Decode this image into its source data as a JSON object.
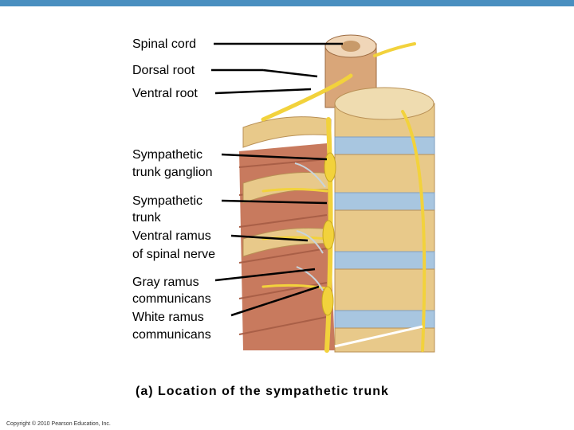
{
  "colors": {
    "top_bar": "#4a8fc0",
    "nerve": "#f2d23c",
    "bone": "#e8c98a",
    "disc": "#a8c6e0",
    "muscle": "#c87a5e"
  },
  "labels": {
    "spinal_cord": "Spinal cord",
    "dorsal_root": "Dorsal root",
    "ventral_root": "Ventral root",
    "sympathetic_trunk_ganglion_line1": "Sympathetic",
    "sympathetic_trunk_ganglion_line2": "trunk ganglion",
    "sympathetic_trunk_line1": "Sympathetic",
    "sympathetic_trunk_line2": "trunk",
    "ventral_ramus_line1": "Ventral ramus",
    "ventral_ramus_line2": "of spinal nerve",
    "gray_ramus_line1": "Gray ramus",
    "gray_ramus_line2": "communicans",
    "white_ramus_line1": "White ramus",
    "white_ramus_line2": "communicans"
  },
  "caption": "(a) Location of the sympathetic trunk",
  "copyright": "Copyright © 2010 Pearson Education, Inc."
}
